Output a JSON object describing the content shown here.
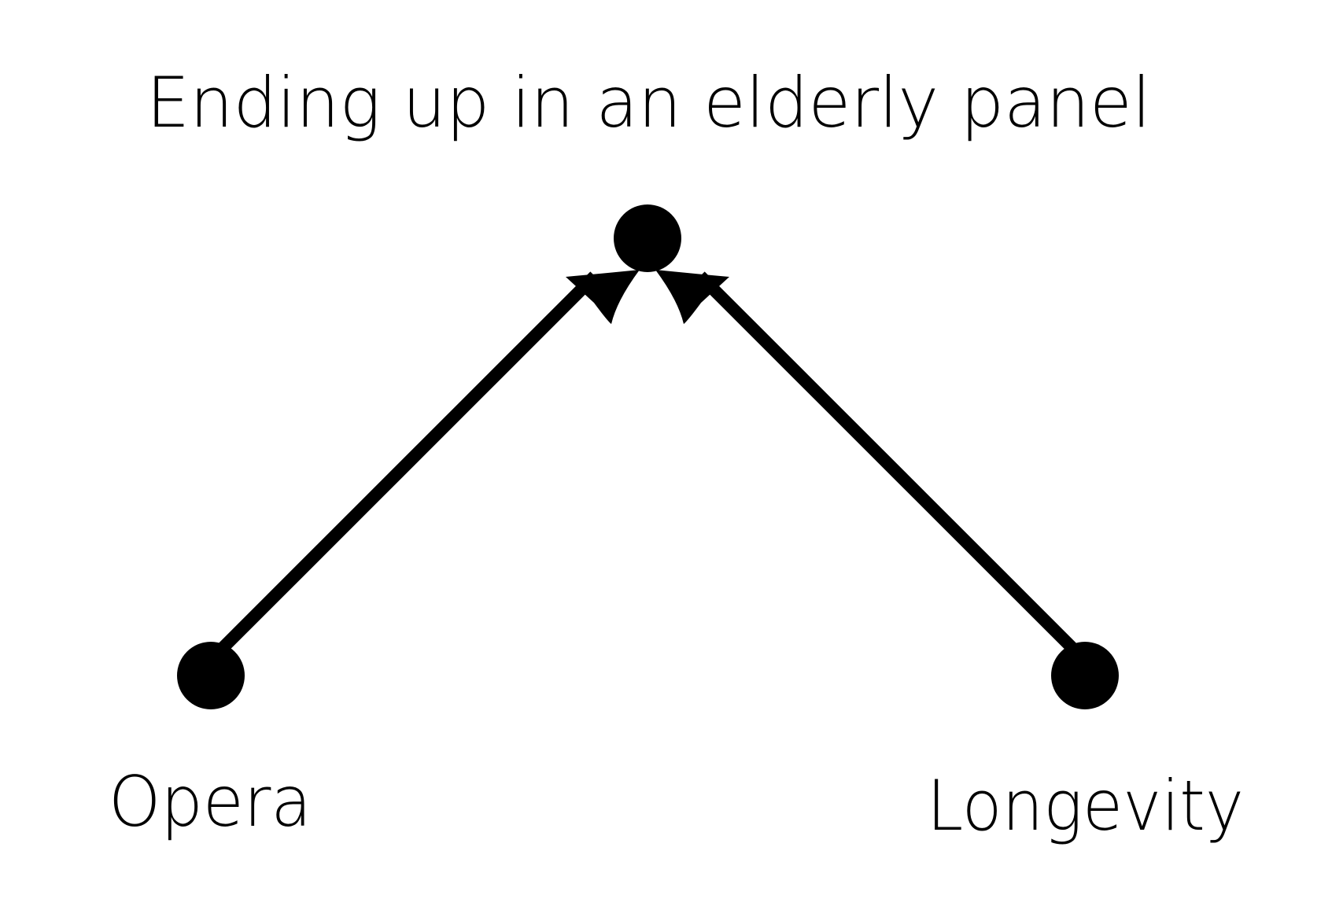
{
  "colors": {
    "background": "#ffffff",
    "ink": "#000000"
  },
  "nodes": [
    {
      "id": "collider",
      "label": "Ending up in an elderly panel"
    },
    {
      "id": "opera",
      "label": "Opera"
    },
    {
      "id": "longevity",
      "label": "Longevity"
    }
  ],
  "edges": [
    {
      "from": "opera",
      "to": "collider",
      "directed": true
    },
    {
      "from": "longevity",
      "to": "collider",
      "directed": true
    }
  ]
}
